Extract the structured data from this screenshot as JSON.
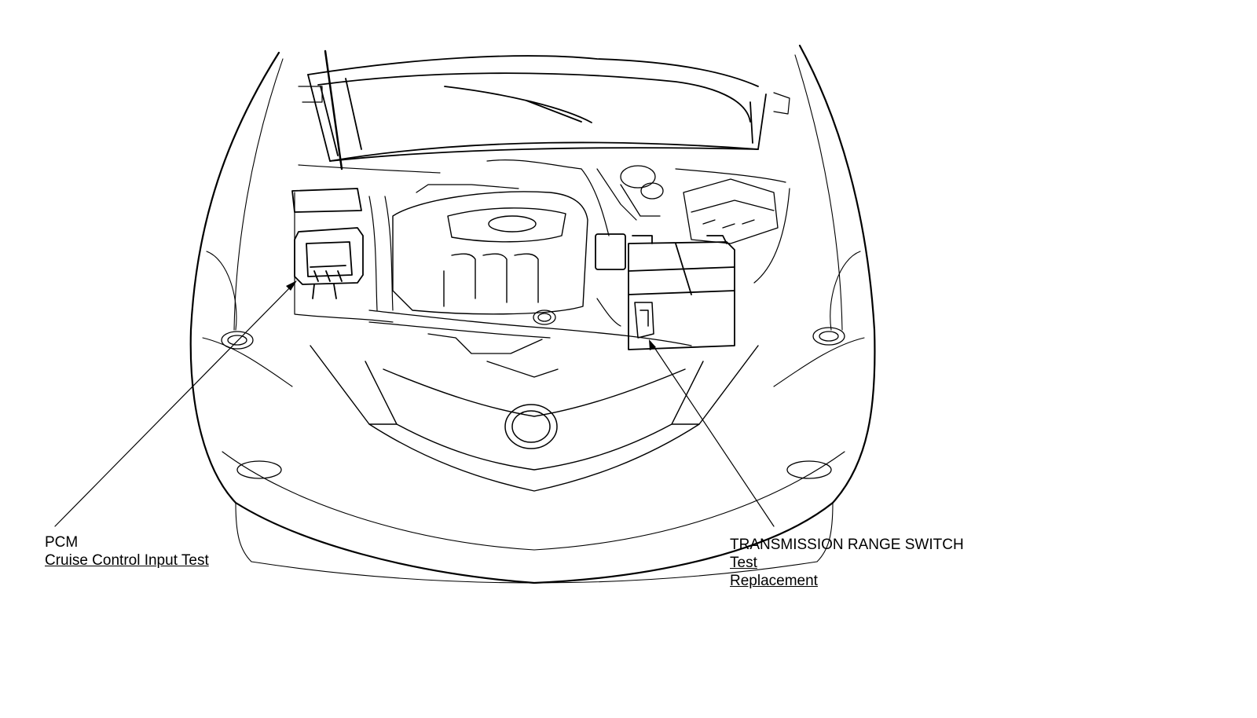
{
  "callouts": {
    "pcm": {
      "title": "PCM",
      "links": [
        "Cruise Control Input Test"
      ]
    },
    "transmission_range_switch": {
      "title": "TRANSMISSION RANGE SWITCH",
      "links": [
        "Test",
        "Replacement"
      ]
    }
  },
  "colors": {
    "line": "#000000",
    "background": "#ffffff"
  }
}
